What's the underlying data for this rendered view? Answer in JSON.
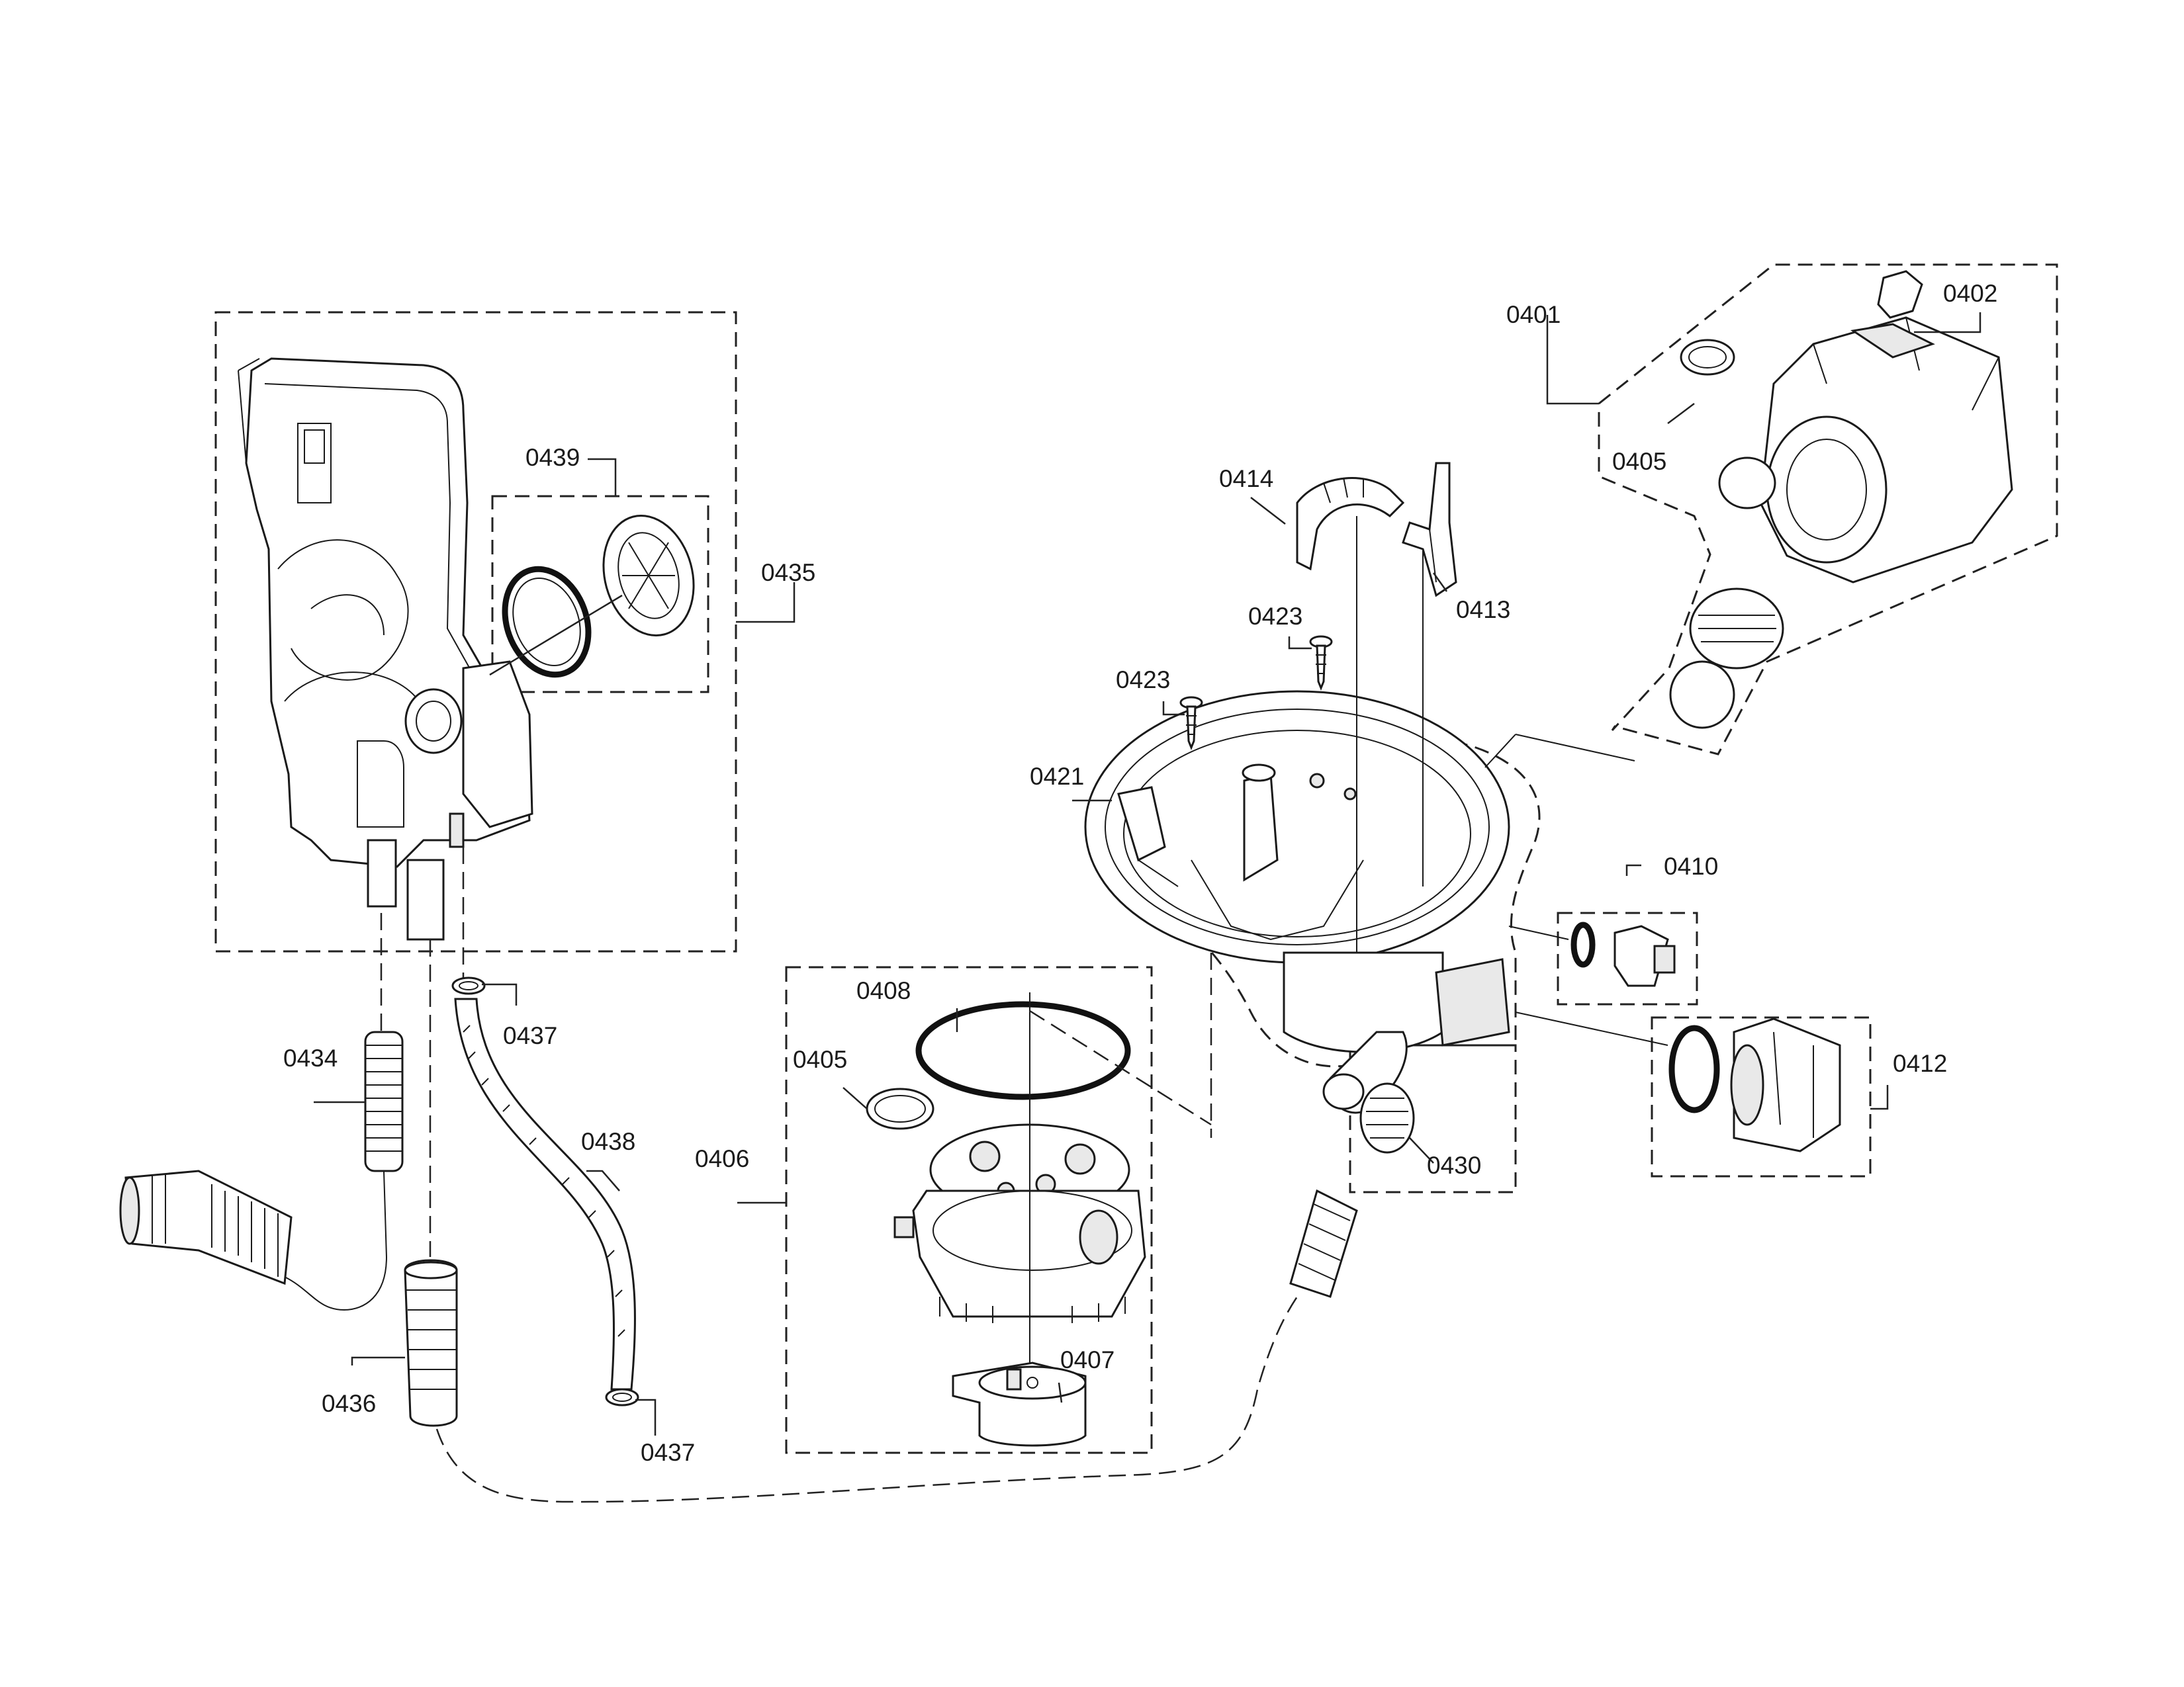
{
  "parts": [
    {
      "id": "p0401",
      "number": "0401"
    },
    {
      "id": "p0402",
      "number": "0402"
    },
    {
      "id": "p0405a",
      "number": "0405"
    },
    {
      "id": "p0405b",
      "number": "0405"
    },
    {
      "id": "p0406",
      "number": "0406"
    },
    {
      "id": "p0407",
      "number": "0407"
    },
    {
      "id": "p0408",
      "number": "0408"
    },
    {
      "id": "p0410",
      "number": "0410"
    },
    {
      "id": "p0412",
      "number": "0412"
    },
    {
      "id": "p0413",
      "number": "0413"
    },
    {
      "id": "p0414",
      "number": "0414"
    },
    {
      "id": "p0421",
      "number": "0421"
    },
    {
      "id": "p0423a",
      "number": "0423"
    },
    {
      "id": "p0423b",
      "number": "0423"
    },
    {
      "id": "p0430",
      "number": "0430"
    },
    {
      "id": "p0434",
      "number": "0434"
    },
    {
      "id": "p0435",
      "number": "0435"
    },
    {
      "id": "p0436",
      "number": "0436"
    },
    {
      "id": "p0437a",
      "number": "0437"
    },
    {
      "id": "p0437b",
      "number": "0437"
    },
    {
      "id": "p0438",
      "number": "0438"
    },
    {
      "id": "p0439",
      "number": "0439"
    }
  ]
}
